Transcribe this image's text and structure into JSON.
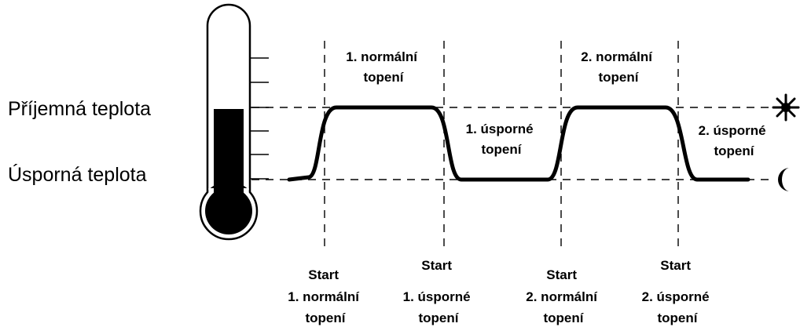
{
  "levels": {
    "comfort_label": "Příjemná teplota",
    "economy_label": "Úsporná teplota"
  },
  "phases": [
    {
      "line1": "1. normální",
      "line2": "topení"
    },
    {
      "line1": "1. úsporné",
      "line2": "topení"
    },
    {
      "line1": "2. normální",
      "line2": "topení"
    },
    {
      "line1": "2. úsporné",
      "line2": "topení"
    }
  ],
  "starts": [
    {
      "line1": "Start",
      "line2": "1. normální",
      "line3": "topení"
    },
    {
      "line1": "Start",
      "line2": "1. úsporné",
      "line3": "topení"
    },
    {
      "line1": "Start",
      "line2": "2. normální",
      "line3": "topení"
    },
    {
      "line1": "Start",
      "line2": "2. úsporné",
      "line3": "topení"
    }
  ],
  "icons": {
    "comfort": "sun-icon",
    "economy": "moon-icon"
  },
  "thermometer_fill_level": 0.62,
  "colors": {
    "ink": "#000000",
    "background": "#ffffff"
  }
}
